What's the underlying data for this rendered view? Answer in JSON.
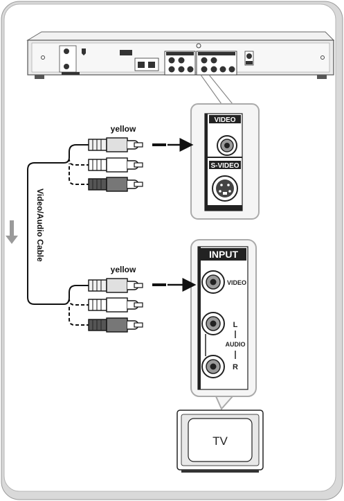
{
  "labels": {
    "top_color": "yellow",
    "bottom_color": "yellow",
    "cable": "Video/Audio Cable"
  },
  "player_panel": {
    "video": "VIDEO",
    "svideo": "S-VIDEO"
  },
  "tv_panel": {
    "header": "INPUT",
    "video": "VIDEO",
    "l": "L",
    "audio": "AUDIO",
    "r": "R"
  },
  "tv": {
    "label": "TV"
  },
  "colors": {
    "frame_bg": "#e6e6e6",
    "panel_border": "#b3b3b3",
    "plug_yellow": "#e0e0e0",
    "plug_white": "#ffffff",
    "plug_red": "#777777",
    "accent_dark": "#222222"
  }
}
